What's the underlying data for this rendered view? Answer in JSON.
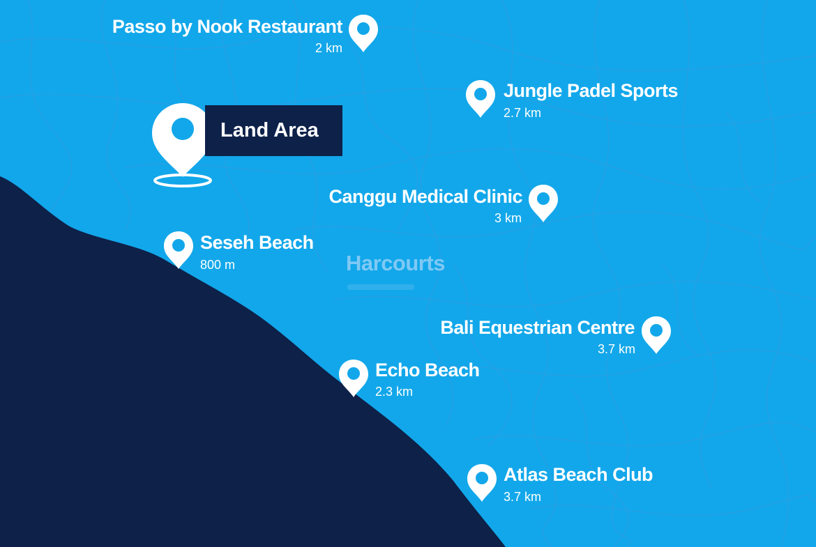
{
  "colors": {
    "sea": "#12a7ea",
    "land": "#0d2149",
    "pin": "#ffffff",
    "label_bg": "#0d2149",
    "pattern": "#3d98e0"
  },
  "main_location": {
    "label": "Land Area",
    "icon": "map-pin-icon"
  },
  "watermark": {
    "brand": "Harcourts"
  },
  "places": [
    {
      "name": "Passo by Nook Restaurant",
      "distance": "2 km",
      "icon": "map-pin-icon"
    },
    {
      "name": "Jungle Padel Sports",
      "distance": "2.7 km",
      "icon": "map-pin-icon"
    },
    {
      "name": "Canggu Medical Clinic",
      "distance": "3 km",
      "icon": "map-pin-icon"
    },
    {
      "name": "Seseh Beach",
      "distance": "800 m",
      "icon": "map-pin-icon"
    },
    {
      "name": "Bali Equestrian Centre",
      "distance": "3.7 km",
      "icon": "map-pin-icon"
    },
    {
      "name": "Echo Beach",
      "distance": "2.3 km",
      "icon": "map-pin-icon"
    },
    {
      "name": "Atlas Beach Club",
      "distance": "3.7 km",
      "icon": "map-pin-icon"
    }
  ]
}
